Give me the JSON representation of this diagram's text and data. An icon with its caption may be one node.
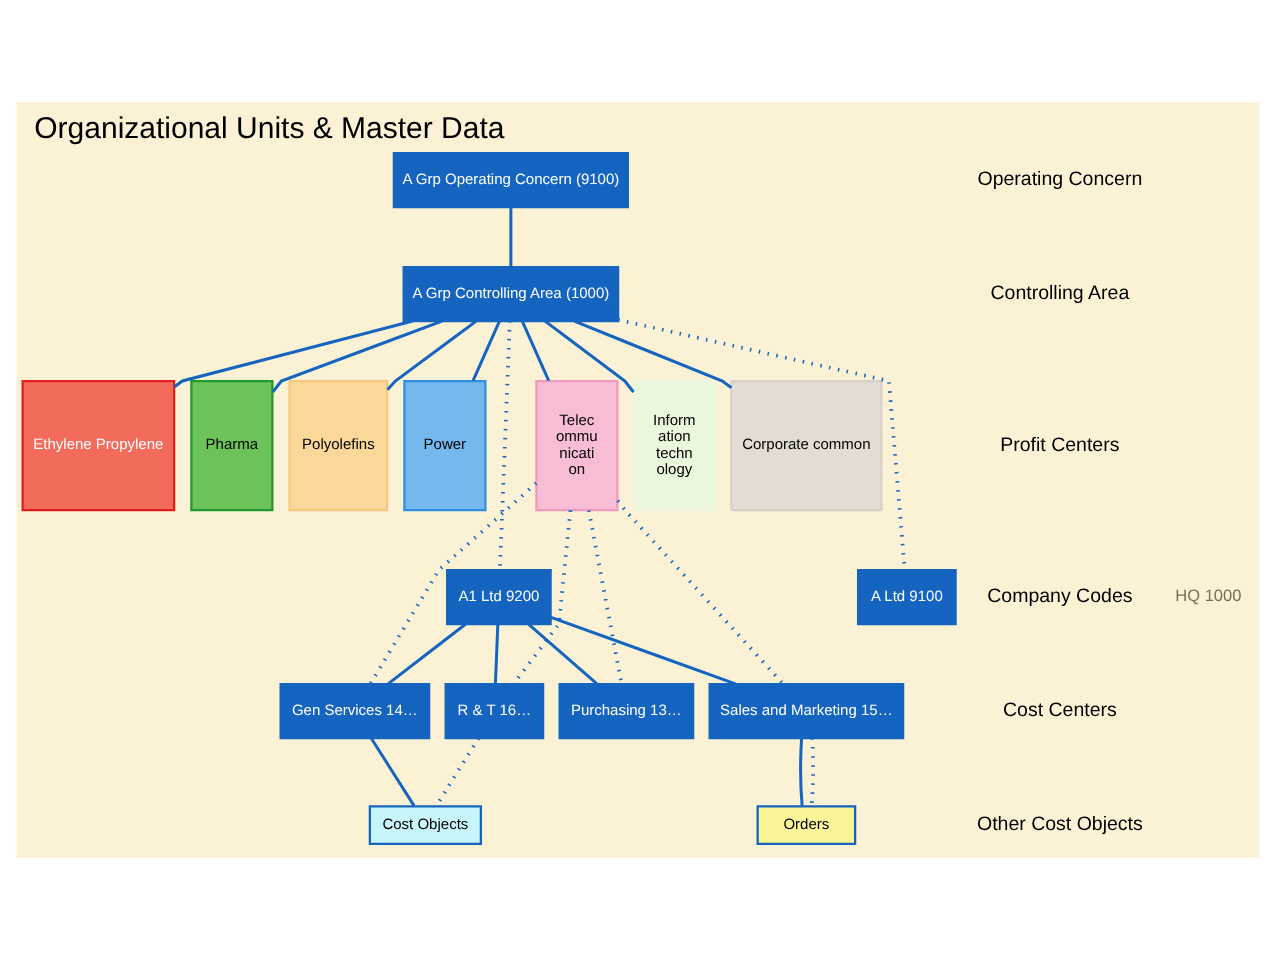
{
  "diagram": {
    "title": "Organizational Units & Master Data",
    "nodes": [
      {
        "text": [
          "A Grp Operating Concern (9100)"
        ]
      },
      {
        "text": [
          "A Grp Controlling Area (1000)"
        ]
      },
      {
        "text": [
          "Ethylene Propylene"
        ]
      },
      {
        "text": [
          "Pharma"
        ]
      },
      {
        "text": [
          "Polyolefins"
        ]
      },
      {
        "text": [
          "Power"
        ]
      },
      {
        "text": [
          "Telec ommu nicati on"
        ]
      },
      {
        "text": [
          "Inform ation techn ology"
        ]
      },
      {
        "text": [
          "Corporate common"
        ]
      },
      {
        "text": [
          "A Ltd 9100"
        ]
      },
      {
        "text": [
          "A1 Ltd 9200"
        ]
      },
      {
        "text": [
          "Purchasing 13…"
        ]
      },
      {
        "text": [
          "Gen Services 14…"
        ]
      },
      {
        "text": [
          "Sales and Marketing 15…"
        ]
      },
      {
        "text": [
          "R & T 16…"
        ]
      },
      {
        "text": [
          "Orders"
        ]
      },
      {
        "text": [
          "Cost Objects"
        ]
      }
    ],
    "edges": [
      {
        "from": 0,
        "to": 1,
        "arrow": "none"
      },
      {
        "from": 1,
        "to": 2,
        "arrow": "none"
      },
      {
        "from": 1,
        "to": 3,
        "arrow": "none"
      },
      {
        "from": 1,
        "to": 4,
        "arrow": "none"
      },
      {
        "from": 1,
        "to": 5,
        "arrow": "none"
      },
      {
        "from": 1,
        "to": 6,
        "arrow": "none"
      },
      {
        "from": 1,
        "to": 7,
        "arrow": "none"
      },
      {
        "from": 1,
        "to": 8,
        "arrow": "none"
      },
      {
        "from": 1,
        "to": 9,
        "arrow": "none",
        "style": "dashed"
      },
      {
        "from": 1,
        "to": 10,
        "arrow": "none",
        "style": "dashed"
      },
      {
        "from": 10,
        "to": 11,
        "arrow": "none"
      },
      {
        "from": 10,
        "to": 12,
        "arrow": "none"
      },
      {
        "from": 10,
        "to": 13,
        "arrow": "none"
      },
      {
        "from": 10,
        "to": 14,
        "arrow": "none"
      },
      {
        "from": 6,
        "to": 11,
        "arrow": "none",
        "style": "dashed"
      },
      {
        "from": 6,
        "to": 12,
        "arrow": "none",
        "style": "dashed"
      },
      {
        "from": 6,
        "to": 13,
        "arrow": "none",
        "style": "dashed"
      },
      {
        "from": 6,
        "to": 14,
        "arrow": "none",
        "style": "dashed"
      },
      {
        "from": 13,
        "to": 15,
        "arrow": "none"
      },
      {
        "from": 12,
        "to": 16,
        "arrow": "none"
      },
      {
        "from": 13,
        "to": 15,
        "arrow": "none",
        "style": "dashed"
      },
      {
        "from": 14,
        "to": 16,
        "arrow": "none",
        "style": "dashed"
      }
    ],
    "labels": [
      "Operating Concern",
      "Controlling Area",
      "Profit Centers",
      "Company Codes",
      "HQ 1000",
      "Cost Centers",
      "Other Cost Objects"
    ]
  }
}
